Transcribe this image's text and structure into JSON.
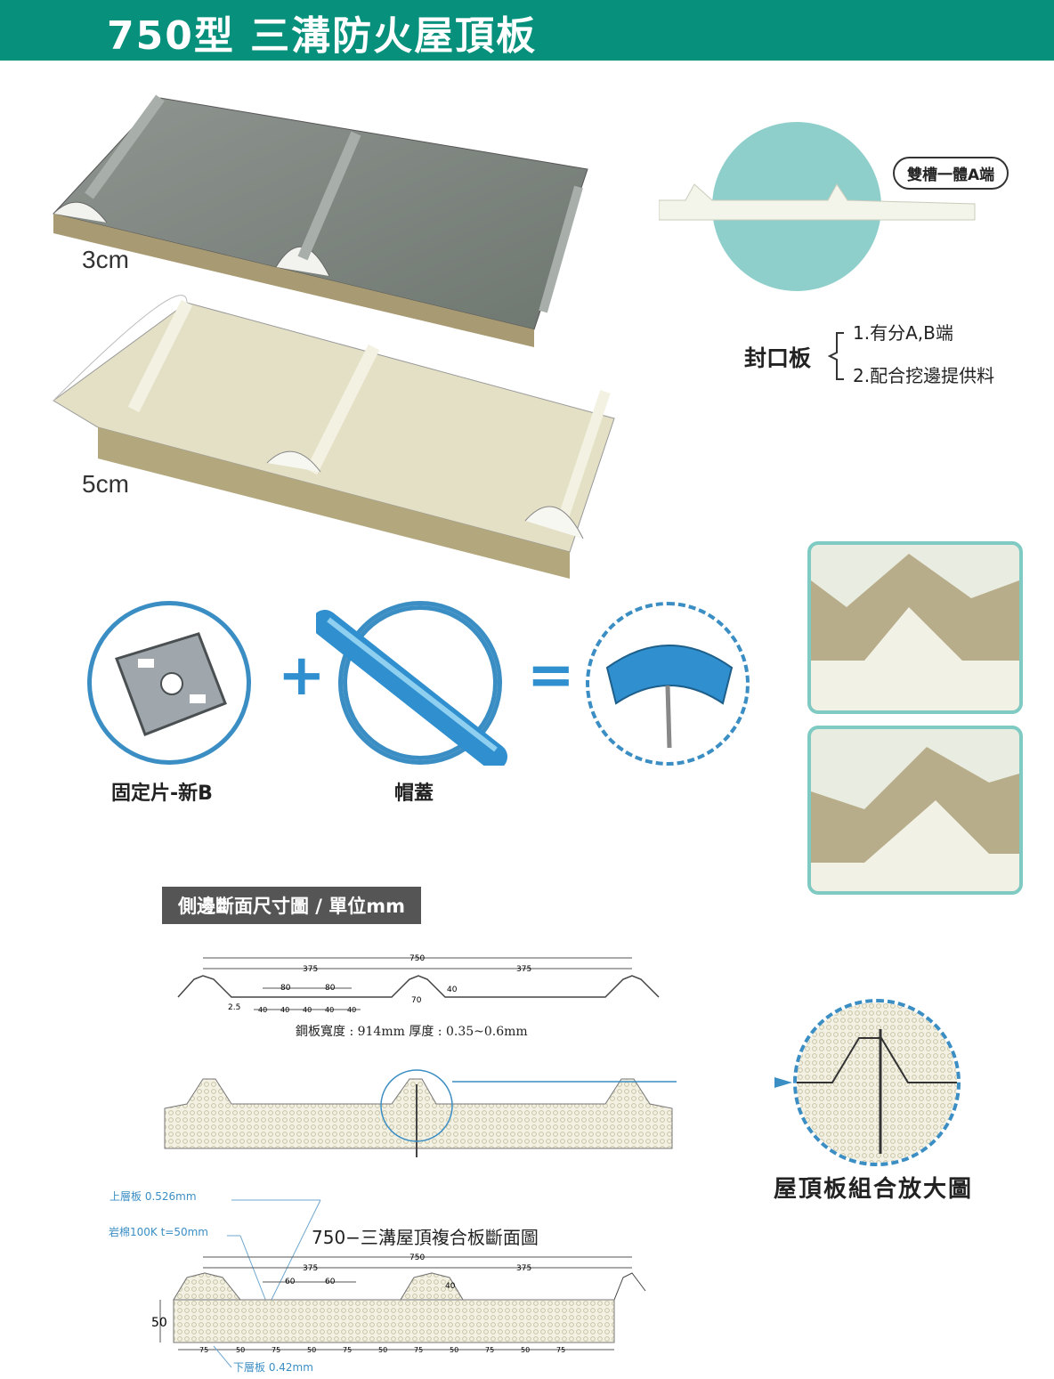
{
  "header": {
    "title": "750型 三溝防火屋頂板"
  },
  "panels": {
    "thickness_3": "3cm",
    "thickness_5": "5cm"
  },
  "end_cap": {
    "label": "雙槽一體A端"
  },
  "seal_board": {
    "name": "封口板",
    "items": [
      "1.有分A,B端",
      "2.配合挖邊提供料"
    ]
  },
  "accessories": {
    "fixing_clip": "固定片-新B",
    "cap": "帽蓋",
    "plus": "+",
    "equals": "="
  },
  "section": {
    "title": "側邊斷面尺寸圖 / 單位mm",
    "steel_note": "鋼板寬度 : 914mm  厚度 : 0.35~0.6mm",
    "zoom_caption": "屋頂板組合放大圖",
    "composite_title": "750−三溝屋頂複合板斷面圖",
    "top_sheet": "上層板 0.526mm",
    "rockwool": "岩棉100K t=50mm",
    "bottom_sheet": "下層板 0.42mm",
    "height_label": "50"
  },
  "dims1": {
    "total": "750",
    "half_l": "375",
    "half_r": "375",
    "d80a": "80",
    "d80b": "80",
    "d40": "40",
    "d70": "70",
    "d25": "2.5",
    "d40s": [
      "40",
      "40",
      "40",
      "40",
      "40"
    ]
  },
  "dims2": {
    "total": "750",
    "half_l": "375",
    "half_r": "375",
    "d60a": "60",
    "d60b": "60",
    "d40": "40",
    "bottom": [
      "75",
      "50",
      "75",
      "50",
      "75",
      "50",
      "75",
      "50",
      "75",
      "50",
      "75"
    ]
  },
  "colors": {
    "header": "#07917c",
    "accent_blue": "#3b8ec4",
    "teal_circle": "#8fcfcb",
    "photo_border": "#7fcbc3"
  }
}
